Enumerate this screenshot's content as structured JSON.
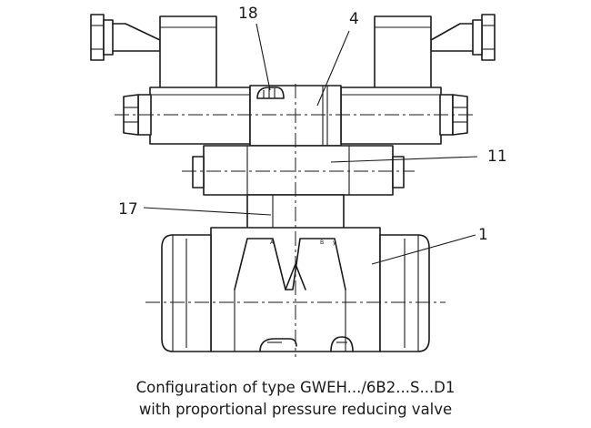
{
  "callouts": {
    "c18": "18",
    "c4": "4",
    "c11": "11",
    "c17": "17",
    "c1": "1"
  },
  "port_labels": {
    "a": "A",
    "b": "B",
    "y": "y"
  },
  "caption": {
    "line1": "Configuration of type GWEH.../6B2...S...D1",
    "line2": "with proportional pressure reducing valve"
  }
}
